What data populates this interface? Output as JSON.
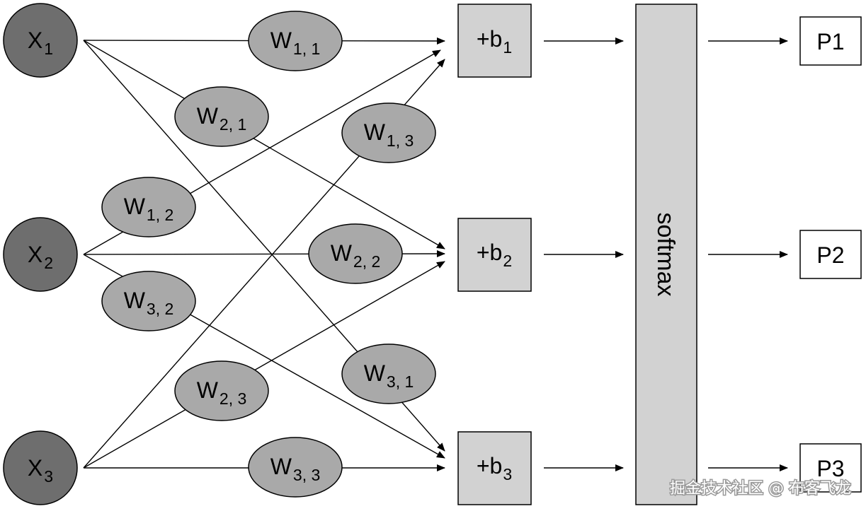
{
  "colors": {
    "input_fill": "#6e6e6e",
    "weight_fill": "#a9a9a9",
    "bias_fill": "#d2d2d2",
    "softmax_fill": "#d2d2d2",
    "output_fill": "#ffffff",
    "stroke": "#000000",
    "watermark_text": "#ffffff"
  },
  "inputs": [
    {
      "base": "X",
      "sub": "1"
    },
    {
      "base": "X",
      "sub": "2"
    },
    {
      "base": "X",
      "sub": "3"
    }
  ],
  "weights": [
    {
      "id": "w11",
      "base": "W",
      "sub": "1, 1"
    },
    {
      "id": "w21",
      "base": "W",
      "sub": "2, 1"
    },
    {
      "id": "w13",
      "base": "W",
      "sub": "1, 3"
    },
    {
      "id": "w12",
      "base": "W",
      "sub": "1, 2"
    },
    {
      "id": "w22",
      "base": "W",
      "sub": "2, 2"
    },
    {
      "id": "w32",
      "base": "W",
      "sub": "3, 2"
    },
    {
      "id": "w31",
      "base": "W",
      "sub": "3, 1"
    },
    {
      "id": "w23",
      "base": "W",
      "sub": "2, 3"
    },
    {
      "id": "w33",
      "base": "W",
      "sub": "3, 3"
    }
  ],
  "biases": [
    {
      "base": "+b",
      "sub": "1"
    },
    {
      "base": "+b",
      "sub": "2"
    },
    {
      "base": "+b",
      "sub": "3"
    }
  ],
  "softmax": {
    "label": "softmax"
  },
  "outputs": [
    {
      "label": "P1"
    },
    {
      "label": "P2"
    },
    {
      "label": "P3"
    }
  ],
  "watermark": "掘金技术社区 @ 布客飞龙"
}
